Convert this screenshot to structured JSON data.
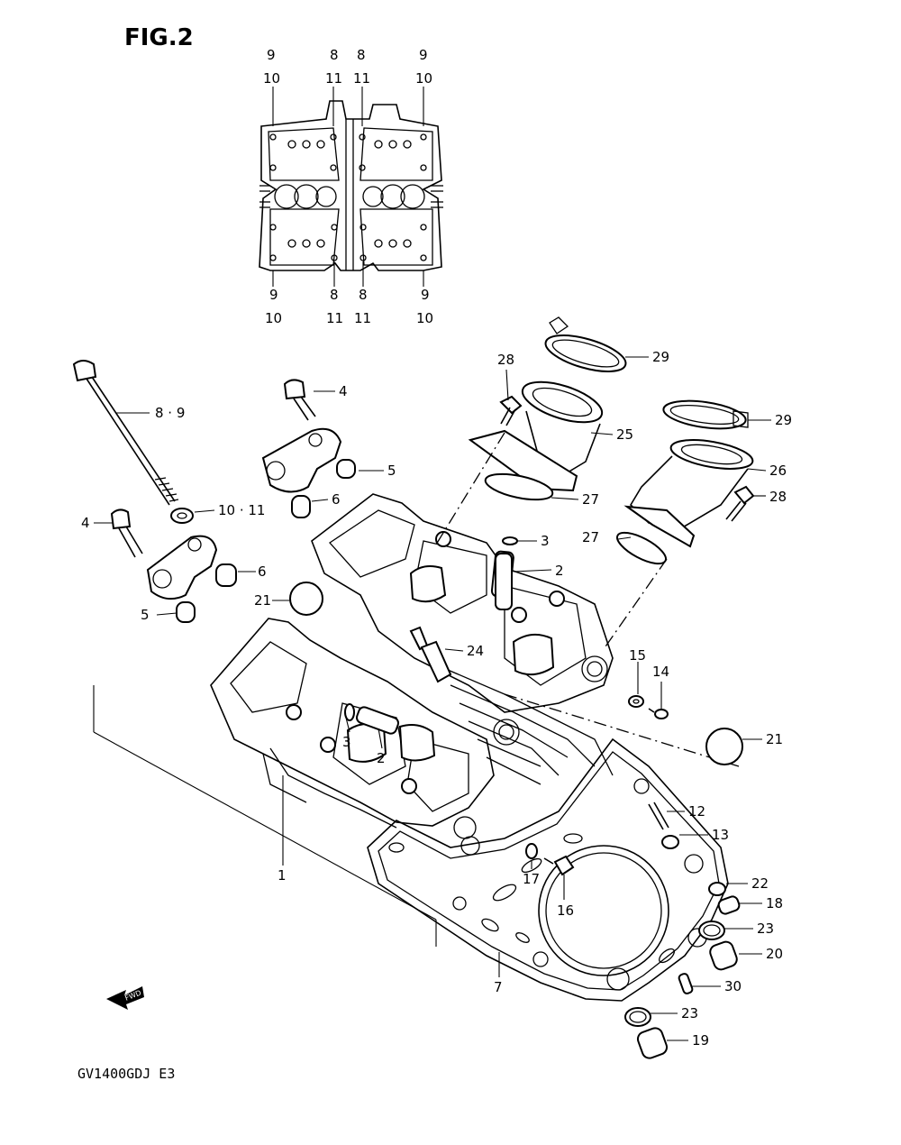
{
  "figure": {
    "title": "FIG.2",
    "model_code": "GV1400GDJ E3",
    "fwd_label": "FWD"
  },
  "top_view_labels": [
    {
      "id": "tv-tl",
      "upper": "9",
      "lower": "10"
    },
    {
      "id": "tv-tml",
      "upper": "8",
      "lower": "11"
    },
    {
      "id": "tv-tmr",
      "upper": "8",
      "lower": "11"
    },
    {
      "id": "tv-tr",
      "upper": "9",
      "lower": "10"
    },
    {
      "id": "tv-bl",
      "upper": "9",
      "lower": "10"
    },
    {
      "id": "tv-bml",
      "upper": "8",
      "lower": "11"
    },
    {
      "id": "tv-bmr",
      "upper": "8",
      "lower": "11"
    },
    {
      "id": "tv-br",
      "upper": "9",
      "lower": "10"
    }
  ],
  "callouts": [
    {
      "id": "c29a",
      "label": "29"
    },
    {
      "id": "c28a",
      "label": "28"
    },
    {
      "id": "c25",
      "label": "25"
    },
    {
      "id": "c29b",
      "label": "29"
    },
    {
      "id": "c26",
      "label": "26"
    },
    {
      "id": "c28b",
      "label": "28"
    },
    {
      "id": "c27a",
      "label": "27"
    },
    {
      "id": "c27b",
      "label": "27"
    },
    {
      "id": "c3a",
      "label": "3"
    },
    {
      "id": "c2a",
      "label": "2"
    },
    {
      "id": "c4a",
      "label": "4"
    },
    {
      "id": "c89",
      "label": "8 · 9"
    },
    {
      "id": "c5a",
      "label": "5"
    },
    {
      "id": "c6a",
      "label": "6"
    },
    {
      "id": "c1011",
      "label": "10 · 11"
    },
    {
      "id": "c4b",
      "label": "4"
    },
    {
      "id": "c6b",
      "label": "6"
    },
    {
      "id": "c21a",
      "label": "21"
    },
    {
      "id": "c5b",
      "label": "5"
    },
    {
      "id": "c24",
      "label": "24"
    },
    {
      "id": "c15",
      "label": "15"
    },
    {
      "id": "c14",
      "label": "14"
    },
    {
      "id": "c21b",
      "label": "21"
    },
    {
      "id": "c3b",
      "label": "3"
    },
    {
      "id": "c2b",
      "label": "2"
    },
    {
      "id": "c12",
      "label": "12"
    },
    {
      "id": "c13",
      "label": "13"
    },
    {
      "id": "c1",
      "label": "1"
    },
    {
      "id": "c17",
      "label": "17"
    },
    {
      "id": "c16",
      "label": "16"
    },
    {
      "id": "c22",
      "label": "22"
    },
    {
      "id": "c18",
      "label": "18"
    },
    {
      "id": "c23a",
      "label": "23"
    },
    {
      "id": "c20",
      "label": "20"
    },
    {
      "id": "c7",
      "label": "7"
    },
    {
      "id": "c30",
      "label": "30"
    },
    {
      "id": "c23b",
      "label": "23"
    },
    {
      "id": "c19",
      "label": "19"
    }
  ]
}
